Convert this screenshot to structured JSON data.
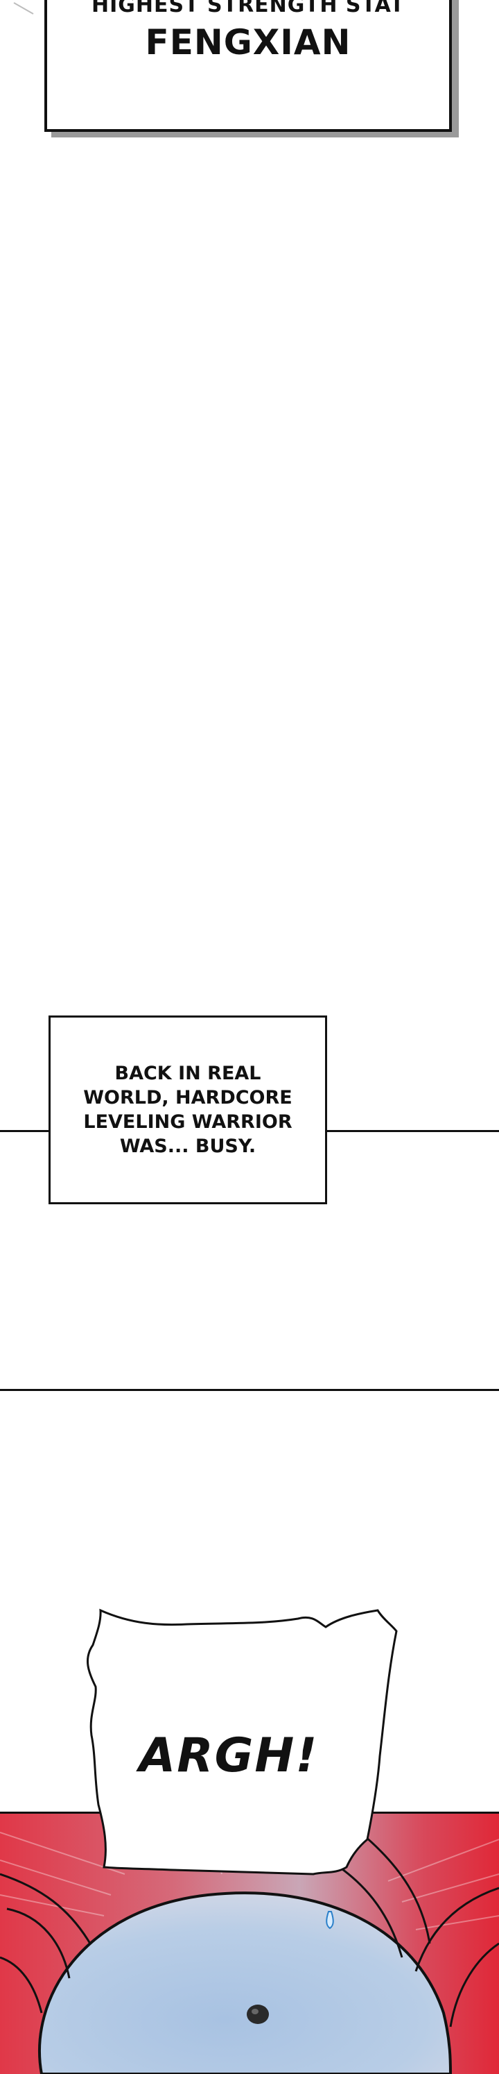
{
  "top_panel": {
    "line1": "HIGHEST STRENGTH STAT",
    "line2": "FENGXIAN"
  },
  "narration": {
    "lines": [
      "BACK IN REAL",
      "WORLD, HARDCORE",
      "LEVELING WARRIOR",
      "WAS... BUSY."
    ]
  },
  "speech": {
    "text": "ARGH!"
  },
  "colors": {
    "ink": "#111111",
    "shadow": "#9a9a9a",
    "red_hair": "#e03848",
    "face_blue": "#b8cde6"
  }
}
